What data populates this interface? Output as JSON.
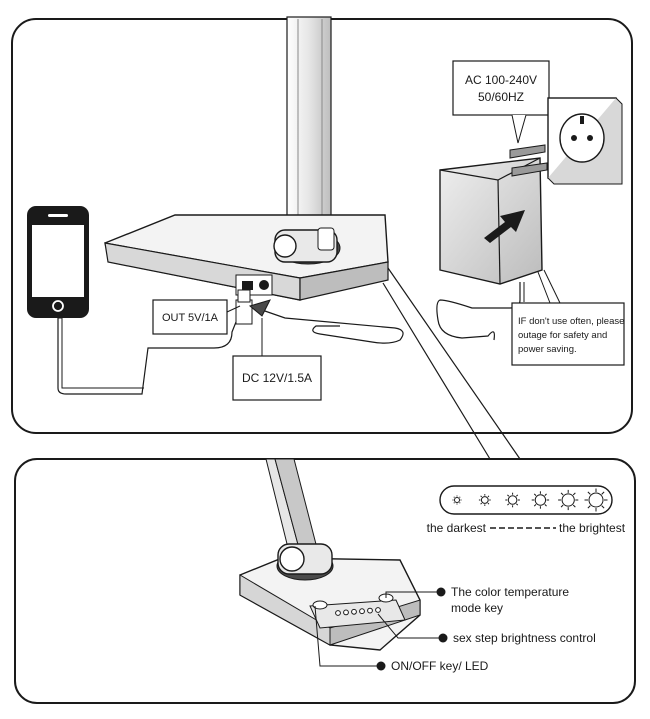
{
  "panel_top": {
    "ac_callout": {
      "line1": "AC 100-240V",
      "line2": "50/60HZ"
    },
    "usb_callout": "OUT 5V/1A",
    "dc_callout": "DC 12V/1.5A",
    "note": {
      "line1": "IF don't use often, please",
      "line2": "outage for safety and",
      "line3": "power saving."
    }
  },
  "panel_bottom": {
    "scale_left": "the darkest",
    "scale_right": "the brightest",
    "brightness_steps": 6,
    "callout_color_temp": {
      "line1": "The color temperature",
      "line2": "mode key"
    },
    "callout_brightness": "sex step brightness control",
    "callout_onoff": "ON/OFF key/ LED"
  }
}
